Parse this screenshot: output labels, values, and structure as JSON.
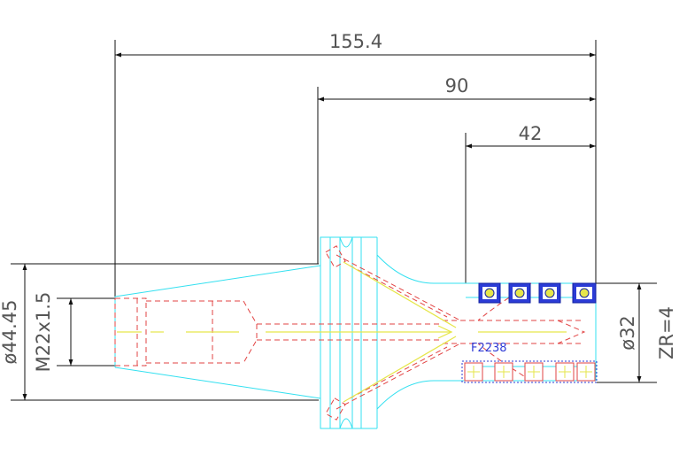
{
  "drawing": {
    "dimensions": {
      "overall_length": "155.4",
      "gauge_length": "90",
      "tool_length": "42",
      "flange_diameter": "ø44.45",
      "thread": "M22x1.5",
      "cutter_diameter": "ø32",
      "flute_count": "ZR=4"
    },
    "insert_label": "F2238",
    "colors": {
      "outline": "#33e0f0",
      "hidden": "#e24343",
      "centerline": "#e6e64a",
      "dimension": "#111111",
      "label": "#2f3bd6"
    }
  }
}
